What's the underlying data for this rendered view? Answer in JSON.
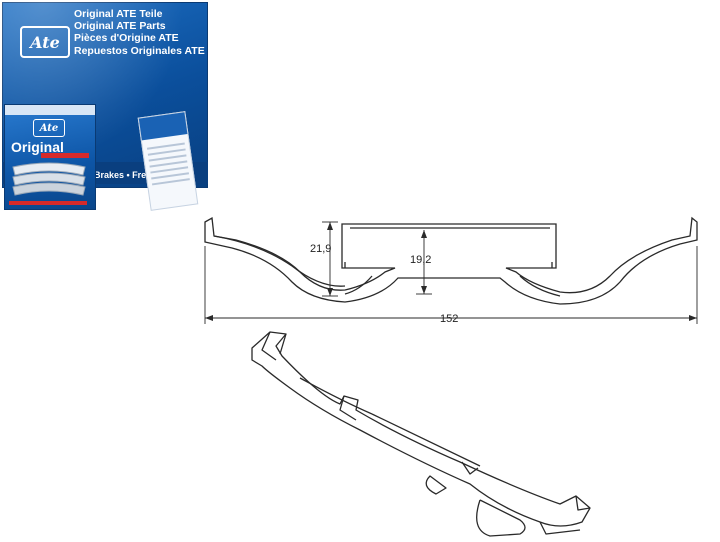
{
  "product_box": {
    "brand_logo_text": "Ate",
    "lines": [
      "Original ATE Teile",
      "Original ATE Parts",
      "Pièces d'Origine ATE",
      "Repuestos Originales ATE"
    ],
    "strip_text": "Brakes • Frei"
  },
  "pad_box": {
    "brand_logo_text": "Ate",
    "label": "Original"
  },
  "drawing": {
    "dimensions": {
      "height_outer": "21,9",
      "height_inner": "19,2",
      "length": "152"
    },
    "stroke_color": "#2a2a2a"
  },
  "colors": {
    "ate_blue": "#0b4f9c",
    "accent_red": "#d62a2a"
  }
}
